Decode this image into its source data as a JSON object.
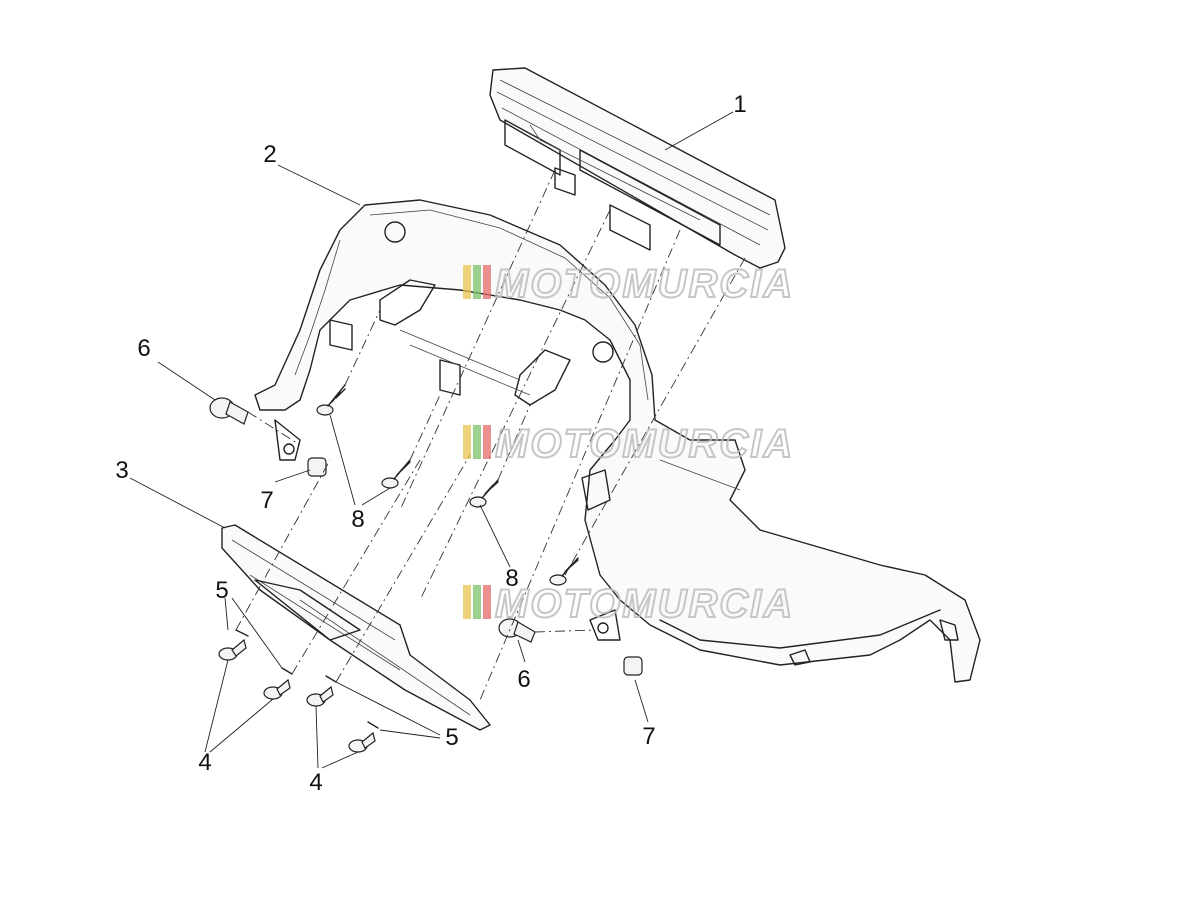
{
  "callouts": [
    {
      "id": "c1",
      "label": "1"
    },
    {
      "id": "c2",
      "label": "2"
    },
    {
      "id": "c3",
      "label": "3"
    },
    {
      "id": "c4a",
      "label": "4"
    },
    {
      "id": "c4b",
      "label": "4"
    },
    {
      "id": "c5a",
      "label": "5"
    },
    {
      "id": "c5b",
      "label": "5"
    },
    {
      "id": "c6a",
      "label": "6"
    },
    {
      "id": "c6b",
      "label": "6"
    },
    {
      "id": "c7a",
      "label": "7"
    },
    {
      "id": "c7b",
      "label": "7"
    },
    {
      "id": "c8a",
      "label": "8"
    },
    {
      "id": "c8b",
      "label": "8"
    }
  ],
  "watermark": {
    "text": "MOTOMURCIA",
    "stripe_colors": [
      "#e8c34a",
      "#7cc26b",
      "#e46a6a"
    ]
  }
}
